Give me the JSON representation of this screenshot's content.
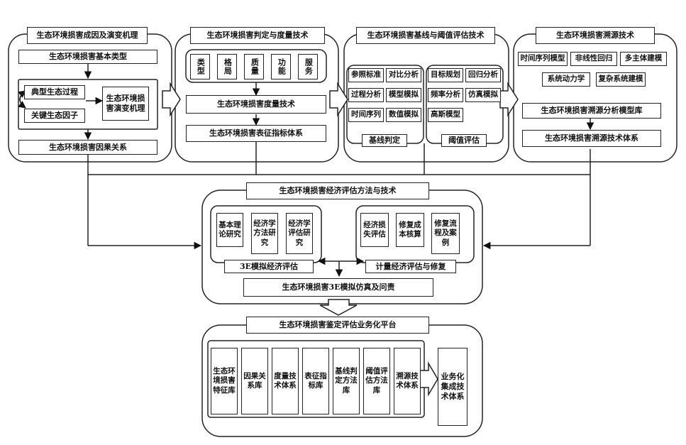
{
  "panel1": {
    "title": "生态环境损害成因及演变机理",
    "basic_types": "生态环境损害基本类型",
    "typical_process": "典型生态过程",
    "key_factor": "关键生态因子",
    "evolution": "生态环境损害演变机理",
    "causal": "生态环境损害因果关系"
  },
  "panel2": {
    "title": "生态环境损害判定与度量技术",
    "categories": [
      "类型",
      "格局",
      "质量",
      "功能",
      "服务"
    ],
    "measure": "生态环境损害度量技术",
    "indicator": "生态环境损害表征指标体系"
  },
  "panel3": {
    "title": "生态环境损害基线与阈值评估技术",
    "baseline_items": [
      "参照标准",
      "对比分析",
      "过程分析",
      "模型模拟",
      "时间序列",
      "数值模拟"
    ],
    "baseline_label": "基线判定",
    "threshold_items": [
      "目标规划",
      "回归分析",
      "频率分析",
      "仿真模拟",
      "高斯模型"
    ],
    "threshold_label": "阈值评估"
  },
  "panel4": {
    "title": "生态环境损害溯源技术",
    "methods": [
      "时间序列模型",
      "非线性回归",
      "多主体建模",
      "系统动力学",
      "复杂系统建模"
    ],
    "model_lib": "生态环境损害溯源分析模型库",
    "tech_system": "生态环境损害溯源技术体系"
  },
  "panel5": {
    "title": "生态环境损害经济评估方法与技术",
    "left_items": [
      "基本理论研究",
      "经济学方法研究",
      "经济学评估研究"
    ],
    "left_label": "3E模拟经济评估",
    "right_items": [
      "经济损失评估",
      "修复成本核算",
      "修复流程及案例"
    ],
    "right_label": "计量经济评估与修复",
    "bottom": "生态环境损害3E模拟仿真及问责"
  },
  "panel6": {
    "title": "生态环境损害鉴定评估业务化平台",
    "items": [
      "生态环境损害特征库",
      "因果关系库",
      "度量技术体系",
      "表征指标库",
      "基线判定方法库",
      "阈值评估方法库",
      "溯源技术体系"
    ],
    "result": "业务化集成技术体系"
  }
}
